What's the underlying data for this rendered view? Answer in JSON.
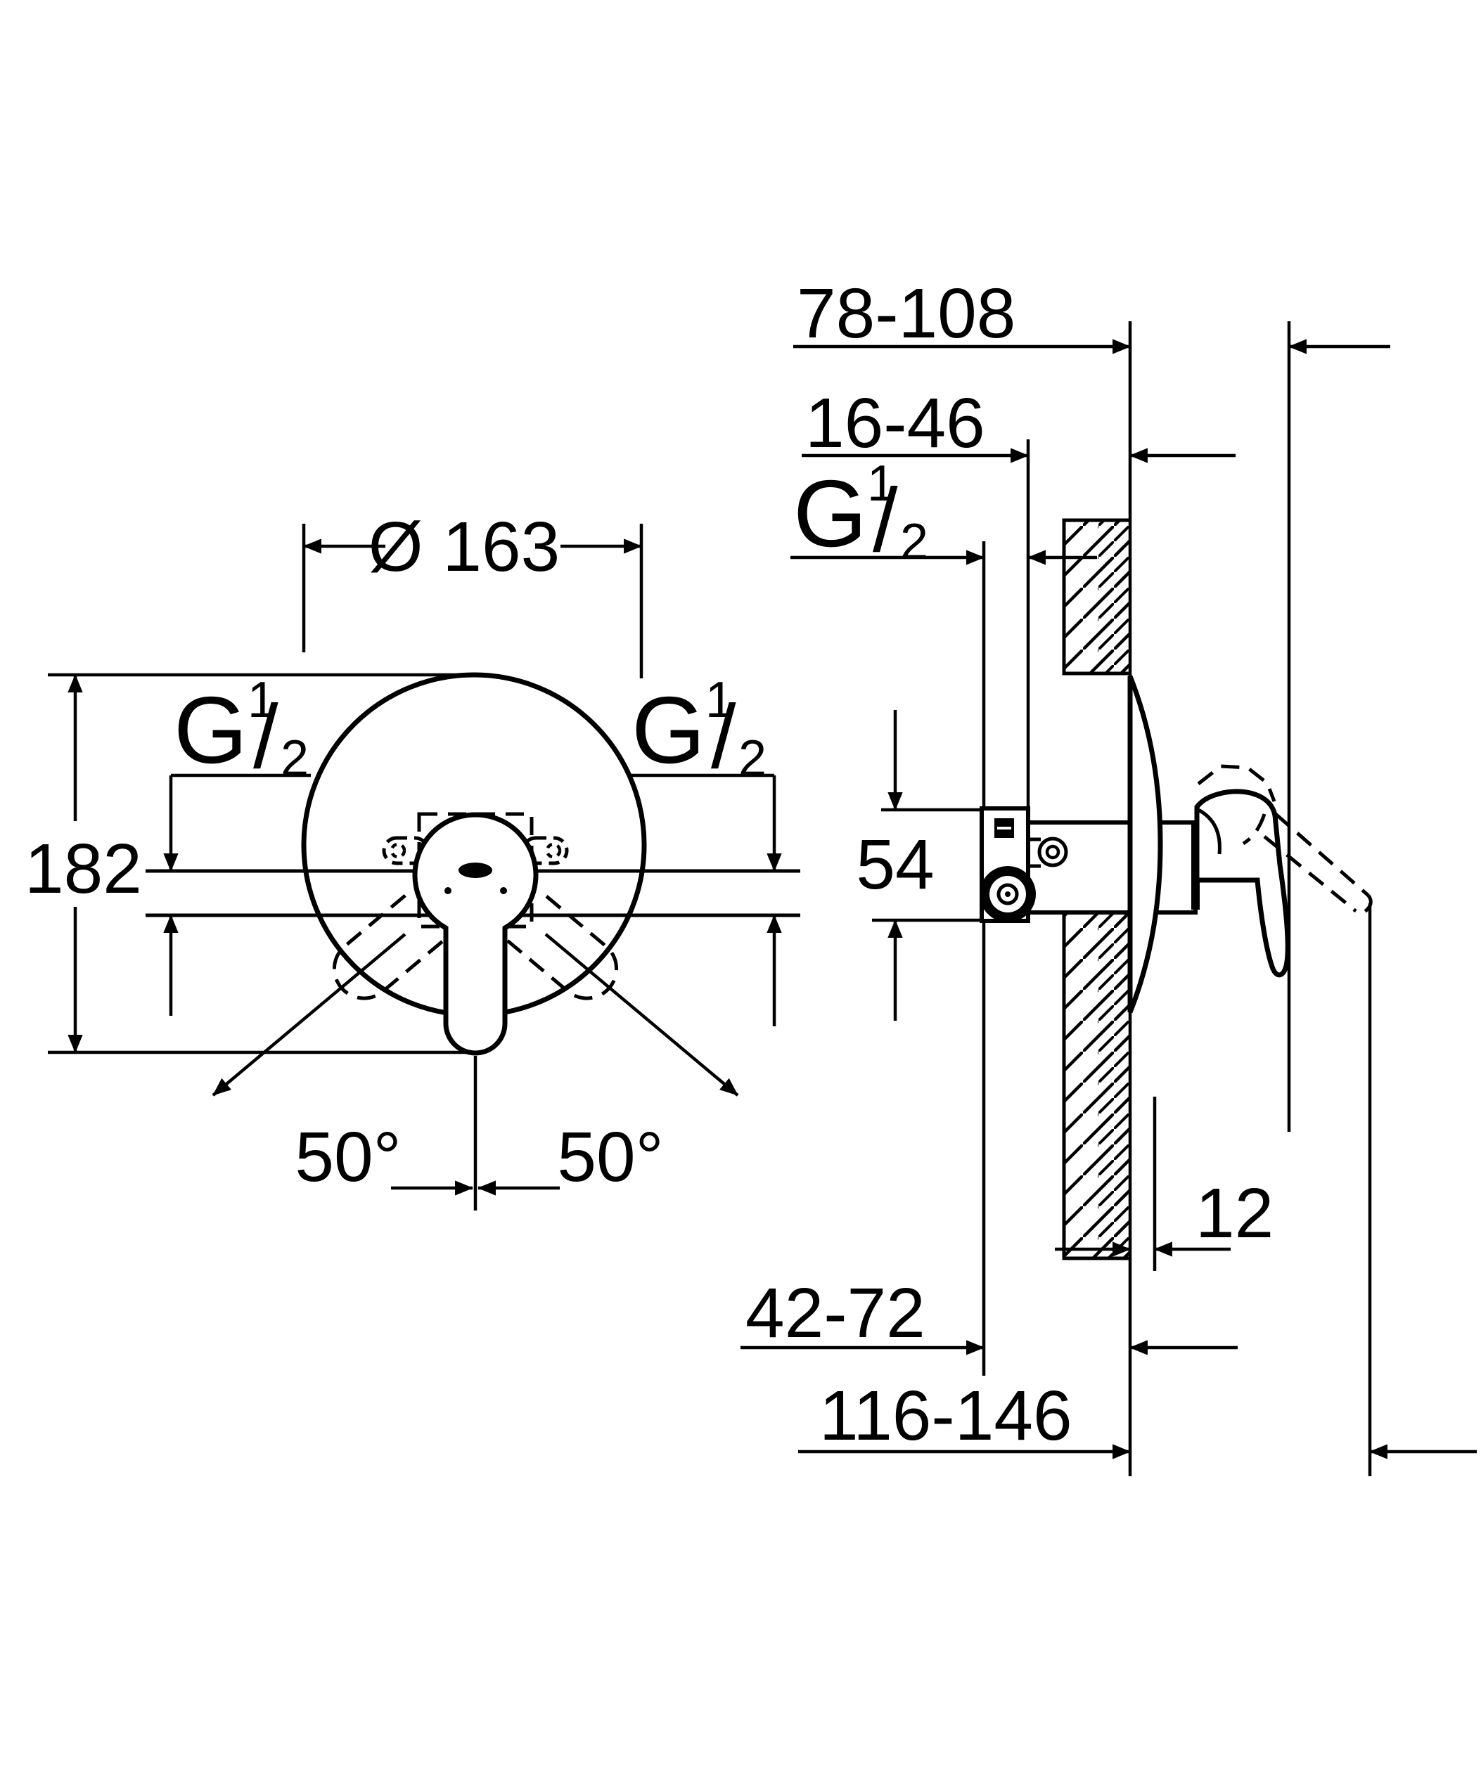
{
  "colors": {
    "ink": "#000000",
    "paper": "#ffffff"
  },
  "front_view": {
    "dim_diameter": "Ø 163",
    "dim_height": "182",
    "dim_swing_left": "50°",
    "dim_swing_right": "50°"
  },
  "side_view": {
    "dim_projection": "78-108",
    "dim_recess": "16-46",
    "dim_body_height": "54",
    "dim_plate_thickness": "12",
    "dim_inlet_depth": "42-72",
    "dim_total_depth": "116-146"
  },
  "thread_label": {
    "full": "G 1/2",
    "g": "G",
    "sup": "1",
    "slash": "/",
    "sub": "2"
  }
}
